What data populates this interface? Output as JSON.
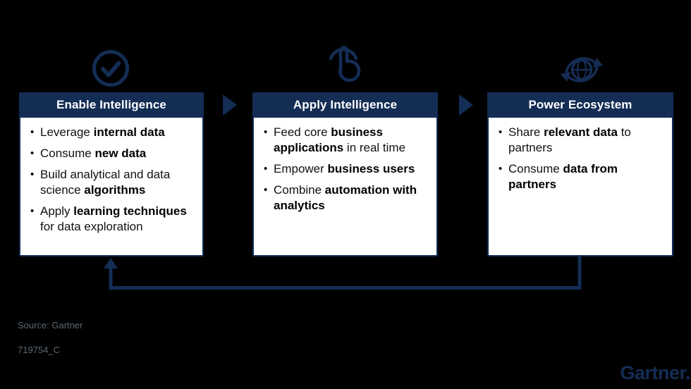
{
  "colors": {
    "navy": "#142D55",
    "panel_bg": "#FFFFFF",
    "body_text": "#111111",
    "muted_gray": "#5B6770",
    "background": "#000000"
  },
  "boxes": [
    {
      "id": "enable-intelligence",
      "icon": "checkmark-circle-icon",
      "title": "Enable Intelligence",
      "bullets": [
        [
          {
            "t": "Leverage ",
            "b": false
          },
          {
            "t": "internal data",
            "b": true
          }
        ],
        [
          {
            "t": "Consume ",
            "b": false
          },
          {
            "t": "new data",
            "b": true
          }
        ],
        [
          {
            "t": "Build analytical and data science ",
            "b": false
          },
          {
            "t": "algorithms",
            "b": true
          }
        ],
        [
          {
            "t": "Apply ",
            "b": false
          },
          {
            "t": "learning techniques",
            "b": true
          },
          {
            "t": " for data exploration",
            "b": false
          }
        ]
      ]
    },
    {
      "id": "apply-intelligence",
      "icon": "tap-gesture-icon",
      "title": "Apply Intelligence",
      "bullets": [
        [
          {
            "t": "Feed core ",
            "b": false
          },
          {
            "t": "business applications",
            "b": true
          },
          {
            "t": " in real time",
            "b": false
          }
        ],
        [
          {
            "t": "Empower ",
            "b": false
          },
          {
            "t": "business users",
            "b": true
          }
        ],
        [
          {
            "t": "Combine ",
            "b": false
          },
          {
            "t": "automation with analytics",
            "b": true
          }
        ]
      ]
    },
    {
      "id": "power-ecosystem",
      "icon": "globe-cycle-icon",
      "title": "Power Ecosystem",
      "bullets": [
        [
          {
            "t": "Share ",
            "b": false
          },
          {
            "t": "relevant data",
            "b": true
          },
          {
            "t": " to partners",
            "b": false
          }
        ],
        [
          {
            "t": "Consume ",
            "b": false
          },
          {
            "t": "data from partners",
            "b": true
          }
        ]
      ]
    }
  ],
  "footer": {
    "source": "Source: Gartner",
    "figure_id": "719754_C"
  },
  "logo": {
    "text": "Gartner."
  }
}
